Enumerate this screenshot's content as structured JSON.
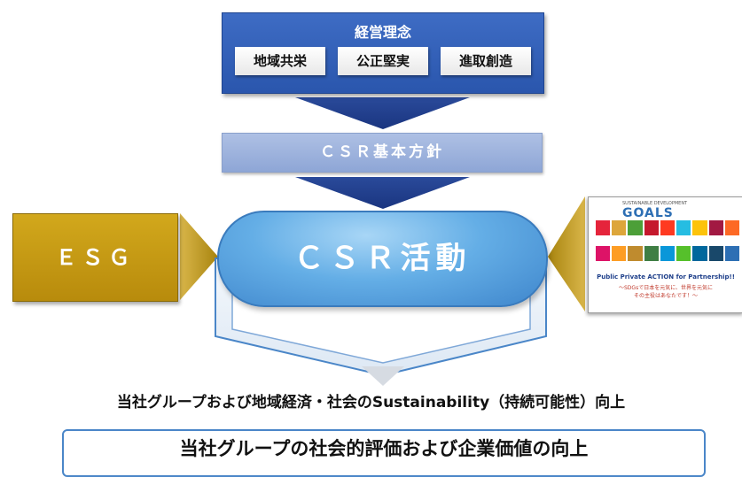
{
  "philosophy": {
    "title": "経営理念",
    "values": [
      "地域共栄",
      "公正堅実",
      "進取創造"
    ]
  },
  "policy": {
    "label": "ＣＳＲ基本方針"
  },
  "csr": {
    "label": "ＣＳＲ活動"
  },
  "esg": {
    "label": "ＥＳＧ"
  },
  "sdgs": {
    "logo": "GOALS",
    "logo_small": "SUSTAINABLE DEVELOPMENT",
    "tagline": "Public Private ACTION for Partnership!!",
    "sub_line1": "～SDGsで日本を元気に、世界を元気に",
    "sub_line2": "その主役はあなたです！～",
    "tile_colors": [
      "#e5243b",
      "#dda63a",
      "#4c9f38",
      "#c5192d",
      "#ff3a21",
      "#26bde2",
      "#fcc30b",
      "#a21942",
      "#fd6925",
      "#dd1367",
      "#fd9d24",
      "#bf8b2e",
      "#3f7e44",
      "#0a97d9",
      "#56c02b",
      "#00689d",
      "#19486a",
      "#2d6fb4"
    ]
  },
  "sustainability": {
    "label": "当社グループおよび地域経済・社会のSustainability（持続可能性）向上"
  },
  "corporate": {
    "label": "当社グループの社会的評価および企業価値の向上"
  }
}
